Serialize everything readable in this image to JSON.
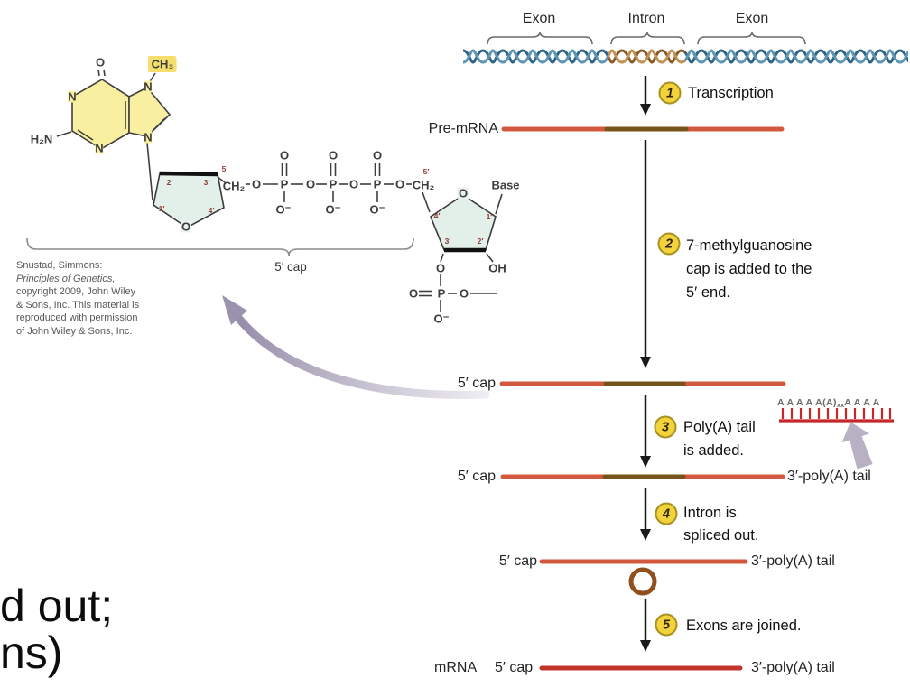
{
  "gene": {
    "exon1": "Exon",
    "intron": "Intron",
    "exon2": "Exon"
  },
  "steps": [
    {
      "num": "1",
      "lines": [
        "Transcription"
      ]
    },
    {
      "num": "2",
      "lines": [
        "7-methylguanosine",
        "cap is added to the",
        "5′ end."
      ]
    },
    {
      "num": "3",
      "lines": [
        "Poly(A) tail",
        "is added."
      ]
    },
    {
      "num": "4",
      "lines": [
        "Intron is",
        "spliced out."
      ]
    },
    {
      "num": "5",
      "lines": [
        "Exons are joined."
      ]
    }
  ],
  "labels": {
    "pre_mrna": "Pre-mRNA",
    "five_cap": "5′ cap",
    "three_polya": "3′-poly(A) tail",
    "mrna": "mRNA",
    "polya_pre": "A A A A A(A)",
    "polya_sub": "xx",
    "polya_post": "A A A A"
  },
  "chem": {
    "cap_brace_label": "5′ cap",
    "atoms": {
      "o1": "O",
      "ch3": "CH₃",
      "n1": "N",
      "n3": "N",
      "n7": "N",
      "n9": "N",
      "h2n": "H₂N",
      "s1_5p": "5′",
      "s1_ch2": "CH₂",
      "s1_2p": "2′",
      "s1_3p": "3′",
      "s1_1p": "1′",
      "s1_4p": "4′",
      "s1_o": "O",
      "ba_o1": "O",
      "p1": "P",
      "p1o": "O",
      "p1om": "O⁻",
      "ba_o2": "O",
      "p2": "P",
      "p2o": "O",
      "p2om": "O⁻",
      "ba_o3": "O",
      "p3": "P",
      "p3o": "O",
      "p3om": "O⁻",
      "ba_o4": "O",
      "s2_ch2": "CH₂",
      "s2_5p": "5′",
      "s2_o": "O",
      "base": "Base",
      "s2_4p": "4′",
      "s2_1p": "1′",
      "s2_3p": "3′",
      "s2_2p": "2′",
      "o3p": "O",
      "oh": "OH",
      "p4eq": "O",
      "p4": "P",
      "p4o": "O",
      "p4om": "O⁻"
    }
  },
  "credit": {
    "lines": [
      "Snustad, Simmons:",
      "Principles of Genetics,",
      "copyright 2009, John Wiley",
      "& Sons, Inc. This material is",
      "reproduced with permission",
      "of John Wiley & Sons, Inc."
    ]
  },
  "slide_fragment": {
    "line1": "d out;",
    "line2": "ns)"
  },
  "colors": {
    "rna": "#d2593f",
    "intron_segment": "#75541c",
    "mrna_final": "#c2342c",
    "step_circle": "#f2d33c",
    "polya_red": "#c8272b",
    "arrow_purple": "#9b93ad",
    "helix_blue": "#2e6486",
    "helix_brown": "#8a5a26",
    "base_highlight": "#f8f0a0"
  }
}
